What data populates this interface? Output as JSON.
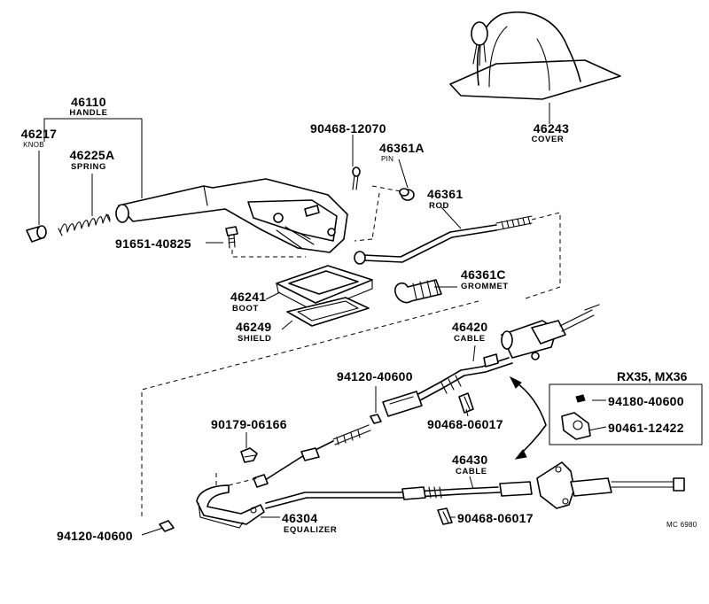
{
  "parts": {
    "p46110": {
      "number": "46110",
      "name": "HANDLE"
    },
    "p46217": {
      "number": "46217",
      "name": "KNOB"
    },
    "p46225A": {
      "number": "46225A",
      "name": "SPRING"
    },
    "p91651": {
      "number": "91651-40825"
    },
    "p90468_12070": {
      "number": "90468-12070"
    },
    "p46361A": {
      "number": "46361A",
      "name": "PIN"
    },
    "p46361": {
      "number": "46361",
      "name": "ROD"
    },
    "p46361C": {
      "number": "46361C",
      "name": "GROMMET"
    },
    "p46243": {
      "number": "46243",
      "name": "COVER"
    },
    "p46241": {
      "number": "46241",
      "name": "BOOT"
    },
    "p46249": {
      "number": "46249",
      "name": "SHIELD"
    },
    "p46420": {
      "number": "46420",
      "name": "CABLE"
    },
    "p94120_a": {
      "number": "94120-40600"
    },
    "p90468_06017_a": {
      "number": "90468-06017"
    },
    "p90179": {
      "number": "90179-06166"
    },
    "p46430": {
      "number": "46430",
      "name": "CABLE"
    },
    "p90468_06017_b": {
      "number": "90468-06017"
    },
    "p46304": {
      "number": "46304",
      "name": "EQUALIZER"
    },
    "p94120_b": {
      "number": "94120-40600"
    }
  },
  "inset": {
    "title": "RX35, MX36",
    "part1": "94180-40600",
    "part2": "90461-12422"
  },
  "diagram_code": "MC 6980"
}
